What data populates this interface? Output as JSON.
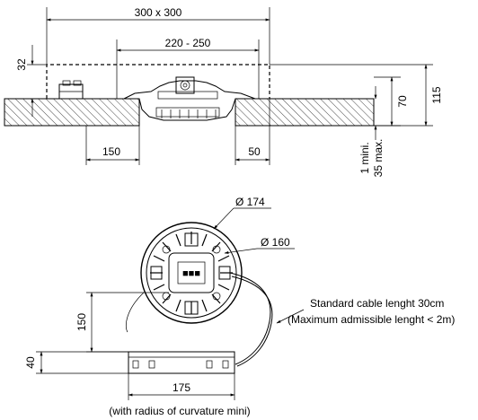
{
  "top_view": {
    "dim_width": "300 x 300",
    "dim_cutout": "220 - 250",
    "dim_depth_above": "32",
    "dim_height_70": "70",
    "dim_height_115": "115",
    "dim_left_150": "150",
    "dim_right_50": "50",
    "ceiling_min": "1 mini.",
    "ceiling_max": "35 max."
  },
  "bottom_view": {
    "dia_outer": "Ø 174",
    "dia_inner": "Ø 160",
    "dim_drop_150": "150",
    "dim_driver_h": "40",
    "dim_driver_w": "175",
    "cable_note_1": "Standard cable lenght 30cm",
    "cable_note_2": "(Maximum admissible lenght < 2m)",
    "curvature_note": "(with radius of curvature mini)"
  }
}
